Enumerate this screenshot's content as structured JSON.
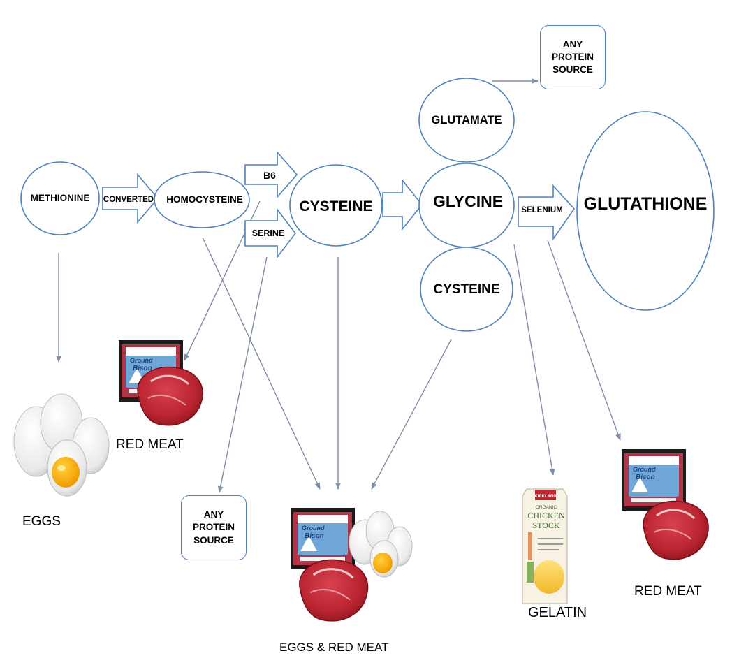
{
  "diagram": {
    "colors": {
      "shape_stroke": "#4f81bd",
      "connector": "#7f8ea6",
      "text": "#000000"
    },
    "nodes": {
      "methionine": "METHIONINE",
      "converted": "CONVERTED",
      "homocysteine": "HOMOCYSTEINE",
      "b6": "B6",
      "serine": "SERINE",
      "cysteine_main": "CYSTEINE",
      "glutamate": "GLUTAMATE",
      "glycine": "GLYCINE",
      "cysteine_sub": "CYSTEINE",
      "selenium": "SELENIUM",
      "glutathione": "GLUTATHIONE",
      "protein_top": "ANY PROTEIN SOURCE",
      "protein_bottom": "ANY PROTEIN SOURCE"
    },
    "food_labels": {
      "eggs": "EGGS",
      "red_meat_left": "RED MEAT",
      "eggs_red_meat": "EGGS & RED MEAT",
      "gelatin": "GELATIN",
      "red_meat_right": "RED MEAT"
    },
    "product_text": {
      "bison_line1": "Ground",
      "bison_line2": "Bison",
      "carton_brand": "KIRKLAND",
      "carton_line1": "ORGANIC",
      "carton_line2": "CHICKEN",
      "carton_line3": "STOCK"
    }
  }
}
